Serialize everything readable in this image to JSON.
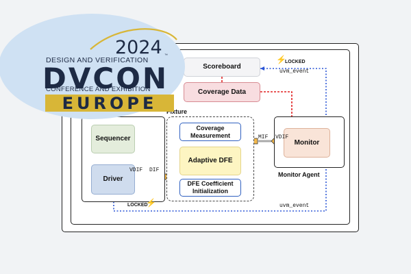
{
  "logo": {
    "year": "2024",
    "tagline": "DESIGN AND VERIFICATION",
    "trademark": "™",
    "name": "DVCON",
    "subtitle": "CONFERENCE AND EXHIBITION",
    "region": "EUROPE",
    "colors": {
      "oval": "#cfe1f3",
      "text": "#1d2a44",
      "band": "#d8b637",
      "swoosh": "#d8b637"
    }
  },
  "diagram": {
    "blocks": {
      "scoreboard": "Scoreboard",
      "coverage_data": "Coverage Data",
      "sequencer": "Sequencer",
      "driver": "Driver",
      "monitor": "Monitor",
      "coverage_measurement": "Coverage Measurement",
      "adaptive_dfe": "Adaptive DFE",
      "dfe_init": "DFE Coefficient Initialization"
    },
    "containers": {
      "fixture": "Fixture",
      "monitor_agent": "Monitor Agent"
    },
    "interfaces": {
      "vdif_driver": "VDIF",
      "dif": "DIF",
      "mif": "MIF",
      "vdif_monitor": "VDIF"
    },
    "events": {
      "locked_top": "LOCKED",
      "uvm_event_top": "uvm_event",
      "locked_bottom": "LOCKED",
      "uvm_event_bottom": "uvm_event"
    },
    "colors": {
      "event_line": "#2a55d6",
      "analysis_line": "#e02020",
      "bolt": "#f0b400"
    }
  }
}
